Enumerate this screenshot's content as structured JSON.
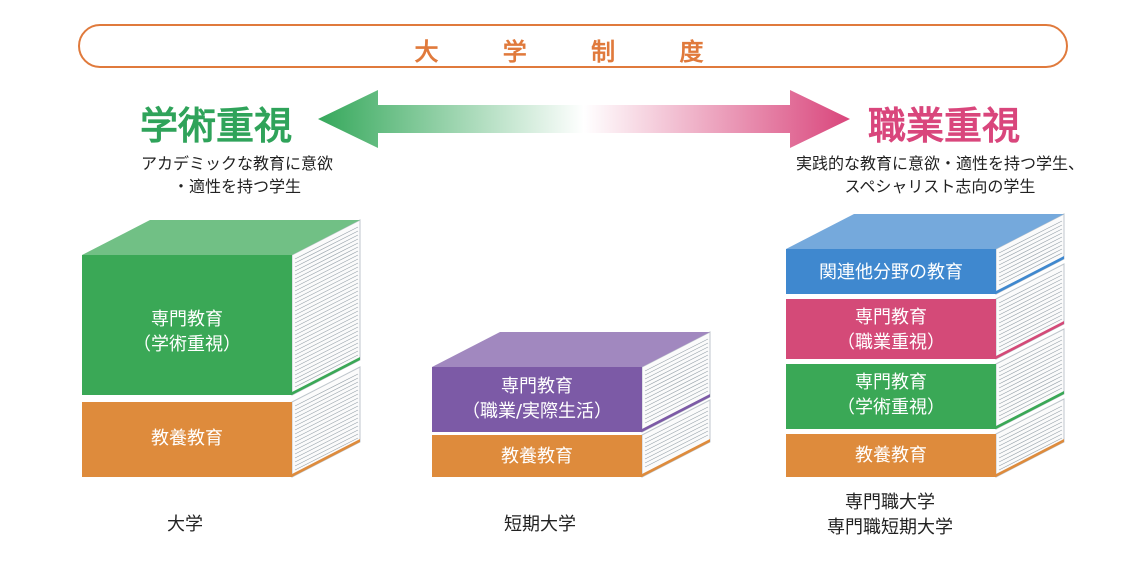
{
  "banner": {
    "title": "大 学 制 度"
  },
  "spectrum": {
    "left_title": "学術重視",
    "right_title": "職業重視",
    "left_desc": [
      "アカデミックな教育に意欲",
      "・適性を持つ学生"
    ],
    "right_desc": [
      "実践的な教育に意欲・適性を持つ学生、",
      "スペシャリスト志向の学生"
    ]
  },
  "stacks": [
    {
      "label": [
        "大学"
      ],
      "segments": [
        {
          "text": [
            "専門教育",
            "（学術重視）"
          ],
          "color": "#3aa856"
        },
        {
          "text": [
            "教養教育"
          ],
          "color": "#de8b3c"
        }
      ]
    },
    {
      "label": [
        "短期大学"
      ],
      "segments": [
        {
          "text": [
            "専門教育",
            "（職業/実際生活）"
          ],
          "color": "#7c5aa6"
        },
        {
          "text": [
            "教養教育"
          ],
          "color": "#de8b3c"
        }
      ]
    },
    {
      "label": [
        "専門職大学",
        "専門職短期大学"
      ],
      "segments": [
        {
          "text": [
            "関連他分野の教育"
          ],
          "color": "#3f88cf"
        },
        {
          "text": [
            "専門教育",
            "（職業重視）"
          ],
          "color": "#d44a78"
        },
        {
          "text": [
            "専門教育",
            "（学術重視）"
          ],
          "color": "#3aa856"
        },
        {
          "text": [
            "教養教育"
          ],
          "color": "#de8b3c"
        }
      ]
    }
  ]
}
